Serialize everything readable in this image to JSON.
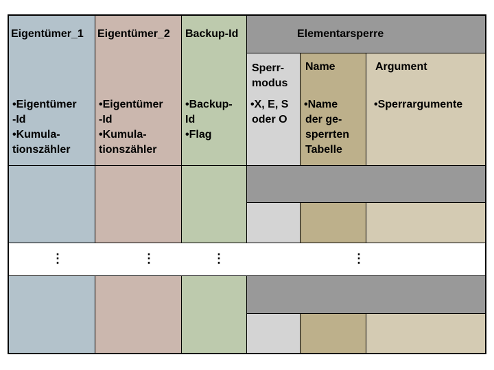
{
  "colors": {
    "owner1": "#b3c2cb",
    "owner2": "#cbb7ae",
    "backup": "#bdcaad",
    "lock_header": "#999999",
    "mode": "#d4d4d4",
    "name": "#bdb08b",
    "argument": "#d4cbb3",
    "separator": "#ffffff"
  },
  "columns": {
    "owner1": {
      "title": "Eigentümer_1",
      "items": [
        "•Eigentümer",
        "-Id",
        "•Kumula-",
        "tionszähler"
      ]
    },
    "owner2": {
      "title": "Eigentümer_2",
      "items": [
        "•Eigentümer",
        "-Id",
        "•Kumula-",
        "tionszähler"
      ]
    },
    "backup": {
      "title": "Backup-Id",
      "items": [
        "•Backup-",
        "Id",
        "•Flag"
      ]
    },
    "lock": {
      "title": "Elementarsperre",
      "mode": {
        "title_lines": [
          "Sperr-",
          "modus"
        ],
        "items": [
          "•X, E, S",
          "oder O"
        ]
      },
      "name": {
        "title": "Name",
        "items": [
          "•Name",
          "der ge-",
          "sperrten",
          "Tabelle"
        ]
      },
      "argument": {
        "title": "Argument",
        "items": [
          "•Sperrargumente"
        ]
      }
    }
  },
  "ellipsis": "⋮"
}
